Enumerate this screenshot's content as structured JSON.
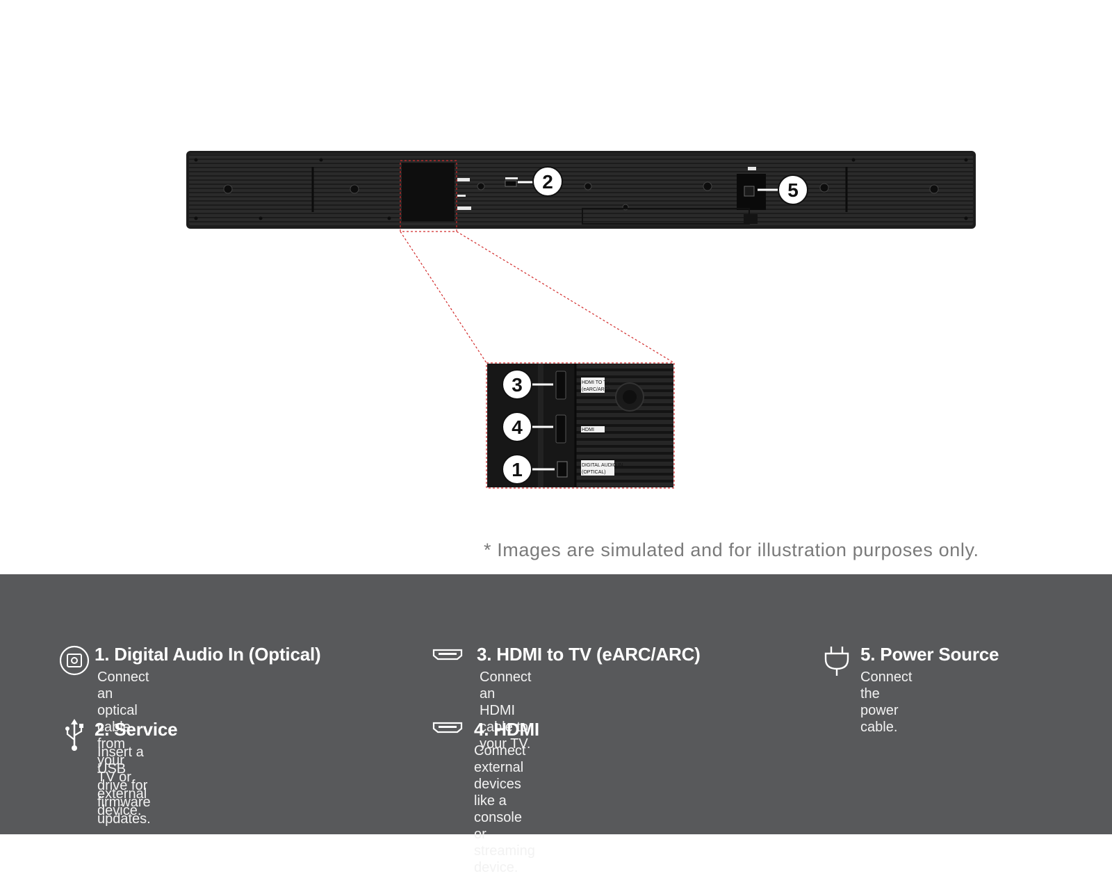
{
  "callouts": {
    "service": "2",
    "power": "5",
    "hdmi_tv": "3",
    "hdmi": "4",
    "optical": "1"
  },
  "port_labels": {
    "hdmi_tv_line1": "HDMI TO TV",
    "hdmi_tv_line2": "(eARC/ARC)",
    "hdmi": "HDMI",
    "optical_line1": "DIGITAL AUDIO IN",
    "optical_line2": "(OPTICAL)"
  },
  "disclaimer": "* Images are simulated and for illustration purposes only.",
  "legend": {
    "optical": {
      "icon": "optical-port-icon",
      "title": "1. Digital Audio In (Optical)",
      "desc": "Connect an optical cable from your\nTV or external device."
    },
    "service": {
      "icon": "usb-icon",
      "title": "2. Service",
      "desc": "Insert a USB drive for firmware updates."
    },
    "hdmi_tv": {
      "icon": "hdmi-port-icon",
      "title": "3. HDMI to TV (eARC/ARC)",
      "desc": "Connect an HDMI cable to your TV."
    },
    "hdmi": {
      "icon": "hdmi-port-icon",
      "title": "4. HDMI",
      "desc": "Connect external devices like a\nconsole or streaming device."
    },
    "power": {
      "icon": "power-plug-icon",
      "title": "5. Power Source",
      "desc": "Connect the power cable."
    }
  },
  "colors": {
    "legend_background": "#58595b",
    "soundbar_body": "#2b2b2b",
    "zoom_outline": "#d22b2b"
  }
}
